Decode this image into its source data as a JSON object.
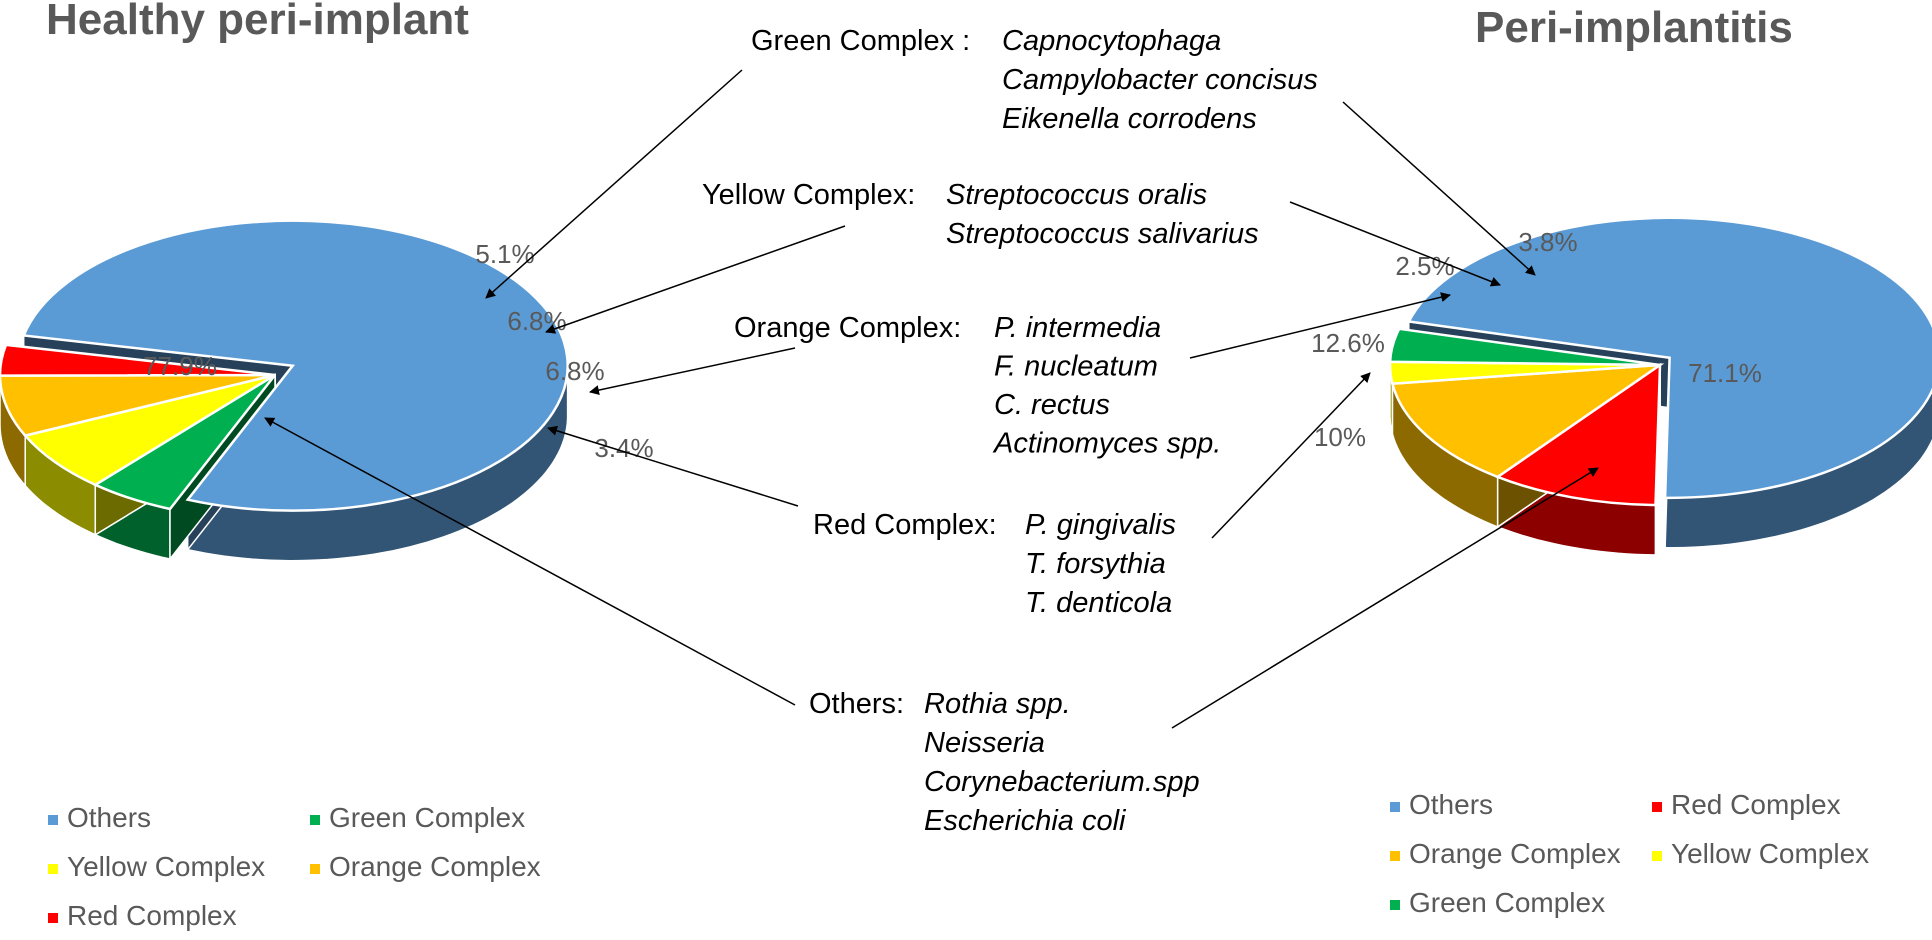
{
  "colors": {
    "Others": "#5b9bd5",
    "Green Complex": "#00b050",
    "Yellow Complex": "#ffff00",
    "Orange Complex": "#ffc000",
    "Red Complex": "#ff0000"
  },
  "chart_data": [
    {
      "type": "pie",
      "title": "Healthy peri-implant",
      "legend": "bottom-left",
      "series": [
        {
          "name": "Others",
          "value": 77.9,
          "label": "77.9%"
        },
        {
          "name": "Green Complex",
          "value": 5.1,
          "label": "5.1%"
        },
        {
          "name": "Yellow Complex",
          "value": 6.8,
          "label": "6.8%"
        },
        {
          "name": "Orange Complex",
          "value": 6.8,
          "label": "6.8%"
        },
        {
          "name": "Red Complex",
          "value": 3.4,
          "label": "3.4%"
        }
      ],
      "legend_items": [
        "Others",
        "Green Complex",
        "Yellow Complex",
        "Orange Complex",
        "Red Complex"
      ]
    },
    {
      "type": "pie",
      "title": "Peri-implantitis",
      "legend": "bottom-right",
      "series": [
        {
          "name": "Others",
          "value": 71.1,
          "label": "71.1%"
        },
        {
          "name": "Red Complex",
          "value": 10,
          "label": "10%"
        },
        {
          "name": "Orange Complex",
          "value": 12.6,
          "label": "12.6%"
        },
        {
          "name": "Yellow Complex",
          "value": 2.5,
          "label": "2.5%"
        },
        {
          "name": "Green Complex",
          "value": 3.8,
          "label": "3.8%"
        }
      ],
      "legend_items": [
        "Others",
        "Red Complex",
        "Orange Complex",
        "Yellow Complex",
        "Green Complex"
      ]
    }
  ],
  "annotations": [
    {
      "complex": "Green Complex",
      "lead": "Green Complex : ",
      "species": [
        "Capnocytophaga",
        "Campylobacter concisus",
        "Eikenella corrodens"
      ]
    },
    {
      "complex": "Yellow Complex",
      "lead": "Yellow Complex: ",
      "species": [
        "Streptococcus oralis",
        "Streptococcus salivarius"
      ]
    },
    {
      "complex": "Orange Complex",
      "lead": "Orange Complex: ",
      "species": [
        "P. intermedia",
        "F. nucleatum",
        "C. rectus",
        "Actinomyces spp."
      ]
    },
    {
      "complex": "Red Complex",
      "lead": "Red Complex: ",
      "species": [
        "P. gingivalis",
        "T. forsythia",
        "T. denticola"
      ]
    },
    {
      "complex": "Others",
      "lead": "Others: ",
      "species": [
        "Rothia spp.",
        "Neisseria",
        "Corynebacterium.spp",
        "Escherichia coli"
      ]
    }
  ]
}
